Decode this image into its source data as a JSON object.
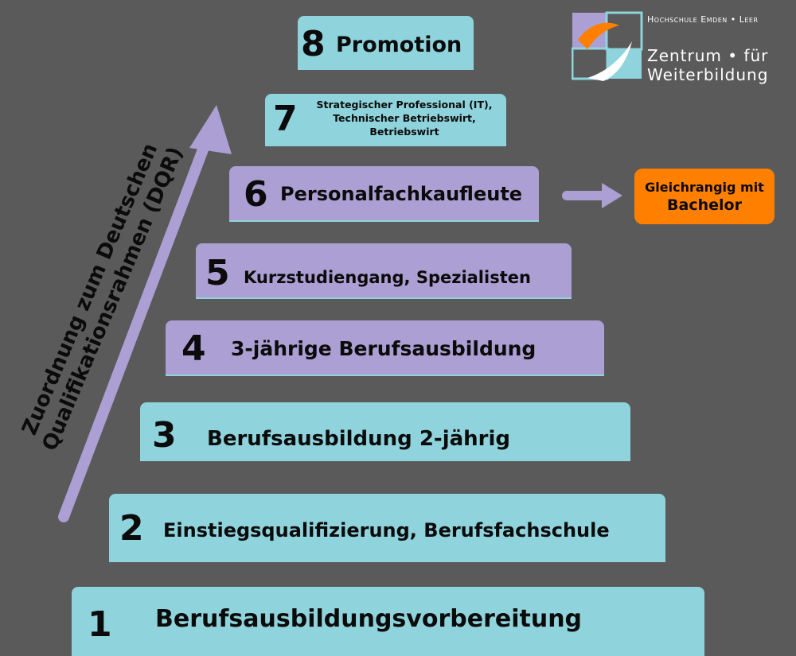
{
  "title_axis": {
    "line1": "Zuordnung zum Deutschen",
    "line2": "Qualifikationsrahmen (DQR)"
  },
  "levels": [
    {
      "number": "8",
      "label": "Promotion"
    },
    {
      "number": "7",
      "label_lines": [
        "Strategischer Professional (IT),",
        "Technischer Betriebswirt,",
        "Betriebswirt"
      ]
    },
    {
      "number": "6",
      "label": "Personalfachkaufleute"
    },
    {
      "number": "5",
      "label": "Kurzstudiengang, Spezialisten"
    },
    {
      "number": "4",
      "label": "3-jährige Berufsausbildung"
    },
    {
      "number": "3",
      "label": "Berufsausbildung 2-jährig"
    },
    {
      "number": "2",
      "label": "Einstiegsqualifizierung, Berufsfachschule"
    },
    {
      "number": "1",
      "label": "Berufsausbildungsvorbereitung"
    }
  ],
  "badge": {
    "line1": "Gleichrangig mit",
    "line2": "Bachelor"
  },
  "logo": {
    "university": "Hochschule Emden • Leer",
    "line1": "Zentrum • für",
    "line2": "Weiterbildung"
  },
  "colors": {
    "teal": "#8fd3dc",
    "purple": "#ab9fd3",
    "orange": "#ff7f00",
    "background": "#5a5a5a"
  }
}
